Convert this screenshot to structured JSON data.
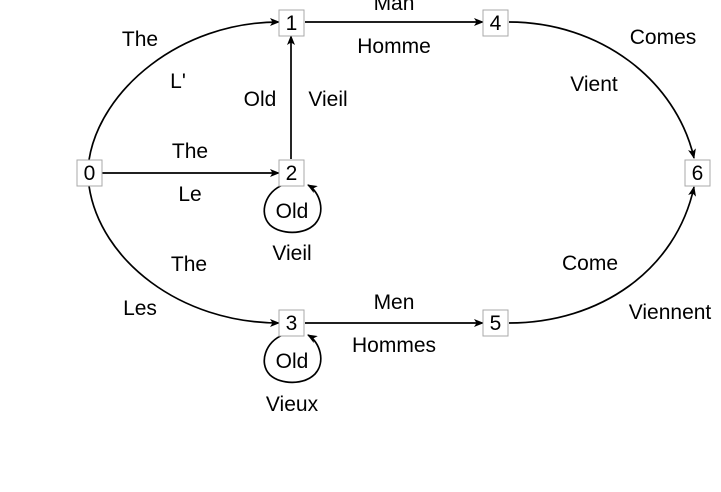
{
  "diagram": {
    "nodes": [
      {
        "id": "0",
        "label": "0"
      },
      {
        "id": "1",
        "label": "1"
      },
      {
        "id": "2",
        "label": "2"
      },
      {
        "id": "3",
        "label": "3"
      },
      {
        "id": "4",
        "label": "4"
      },
      {
        "id": "5",
        "label": "5"
      },
      {
        "id": "6",
        "label": "6"
      }
    ],
    "edges": {
      "e0_1": {
        "en": "The",
        "fr": "L'"
      },
      "e0_2": {
        "en": "The",
        "fr": "Le"
      },
      "e0_3": {
        "en": "The",
        "fr": "Les"
      },
      "e2_1": {
        "en": "Old",
        "fr": "Vieil"
      },
      "e2_2": {
        "en": "Old",
        "fr": "Vieil"
      },
      "e3_3": {
        "en": "Old",
        "fr": "Vieux"
      },
      "e1_4": {
        "en": "Man",
        "fr": "Homme"
      },
      "e3_5": {
        "en": "Men",
        "fr": "Hommes"
      },
      "e4_6": {
        "en": "Comes",
        "fr": "Vient"
      },
      "e5_6": {
        "en": "Come",
        "fr": "Viennent"
      }
    },
    "colors": {
      "box_border": "#a9a9a9",
      "line": "#000000"
    }
  }
}
